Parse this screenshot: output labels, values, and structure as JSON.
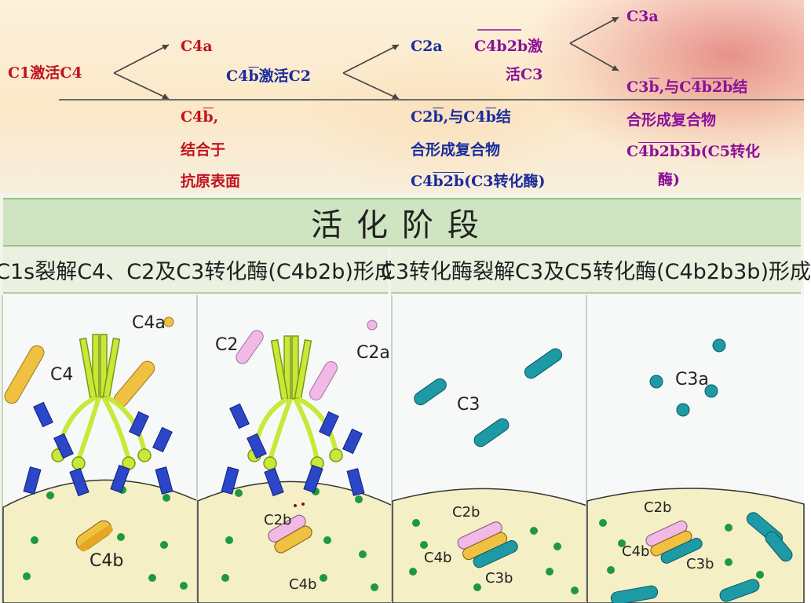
{
  "top": {
    "c1_activate_c4": "C1激活C4",
    "c4a": "C4a",
    "c4b_activate_c2_c4": "C4",
    "c4b_activate_c2_b": "b",
    "c4b_activate_c2_rest": "激活C2",
    "c4b_bind_c4": "C4",
    "c4b_bind_b": "b",
    "c4b_bind_comma": ",",
    "c4b_bind_line2": "结合于",
    "c4b_bind_line3": "抗原表面",
    "c2a": "C2a",
    "c4b2b_act_prefix": "C4b2b",
    "c4b2b_act_suffix": "激",
    "c4b2b_act_line2": "活C3",
    "c2b_bind_c2": "C2",
    "c2b_bind_b": "b",
    "c2b_bind_mid": ",与C4",
    "c2b_bind_b2": "b",
    "c2b_bind_end": "结",
    "c2b_bind_line2": "合形成复合物",
    "c4b2b_line3_c4": "C4",
    "c4b2b_line3_b2b": "b2b",
    "c4b2b_line3_rest": "(C3转化酶)",
    "c3a": "C3a",
    "c3b_bind_c3": "C3",
    "c3b_bind_b": "b",
    "c3b_bind_mid": ",与C",
    "c3b_bind_4b2b": "4b2b",
    "c3b_bind_end": "结",
    "c3b_bind_line2": "合形成复合物",
    "c5conv_c": "C",
    "c5conv_4b2b3b": "4b2b3b",
    "c5conv_rest": "(C5转化",
    "c5conv_line2": "酶)"
  },
  "figure": {
    "title": "活化阶段",
    "subtitle_left": "C1s裂解C4、C2及C3转化酶(C4b2b)形成",
    "subtitle_right": "C3转化酶裂解C3及C5转化酶(C4b2b3b)形成",
    "panels": [
      {
        "labels": {
          "c4": "C4",
          "c4a": "C4a",
          "c4b": "C4b"
        }
      },
      {
        "labels": {
          "c2": "C2",
          "c2a": "C2a",
          "c2b": "C2b",
          "c4b": "C4b"
        }
      },
      {
        "labels": {
          "c3": "C3",
          "c2b": "C2b",
          "c4b": "C4b",
          "c3b": "C3b"
        }
      },
      {
        "labels": {
          "c3a": "C3a",
          "c2b": "C2b",
          "c4b": "C4b",
          "c3b": "C3b"
        }
      }
    ]
  },
  "colors": {
    "red_text": "#c0131e",
    "blue_text": "#1a2c9c",
    "purple_text": "#8a1199",
    "c4_yellow": "#f0c040",
    "c2_pink": "#f2b8e6",
    "c3_teal": "#1e9aa6",
    "antibody_blue": "#2b47c8",
    "c1_green": "#c8e83a",
    "membrane": "#f4efc4",
    "dot_green": "#1e9a3c"
  }
}
